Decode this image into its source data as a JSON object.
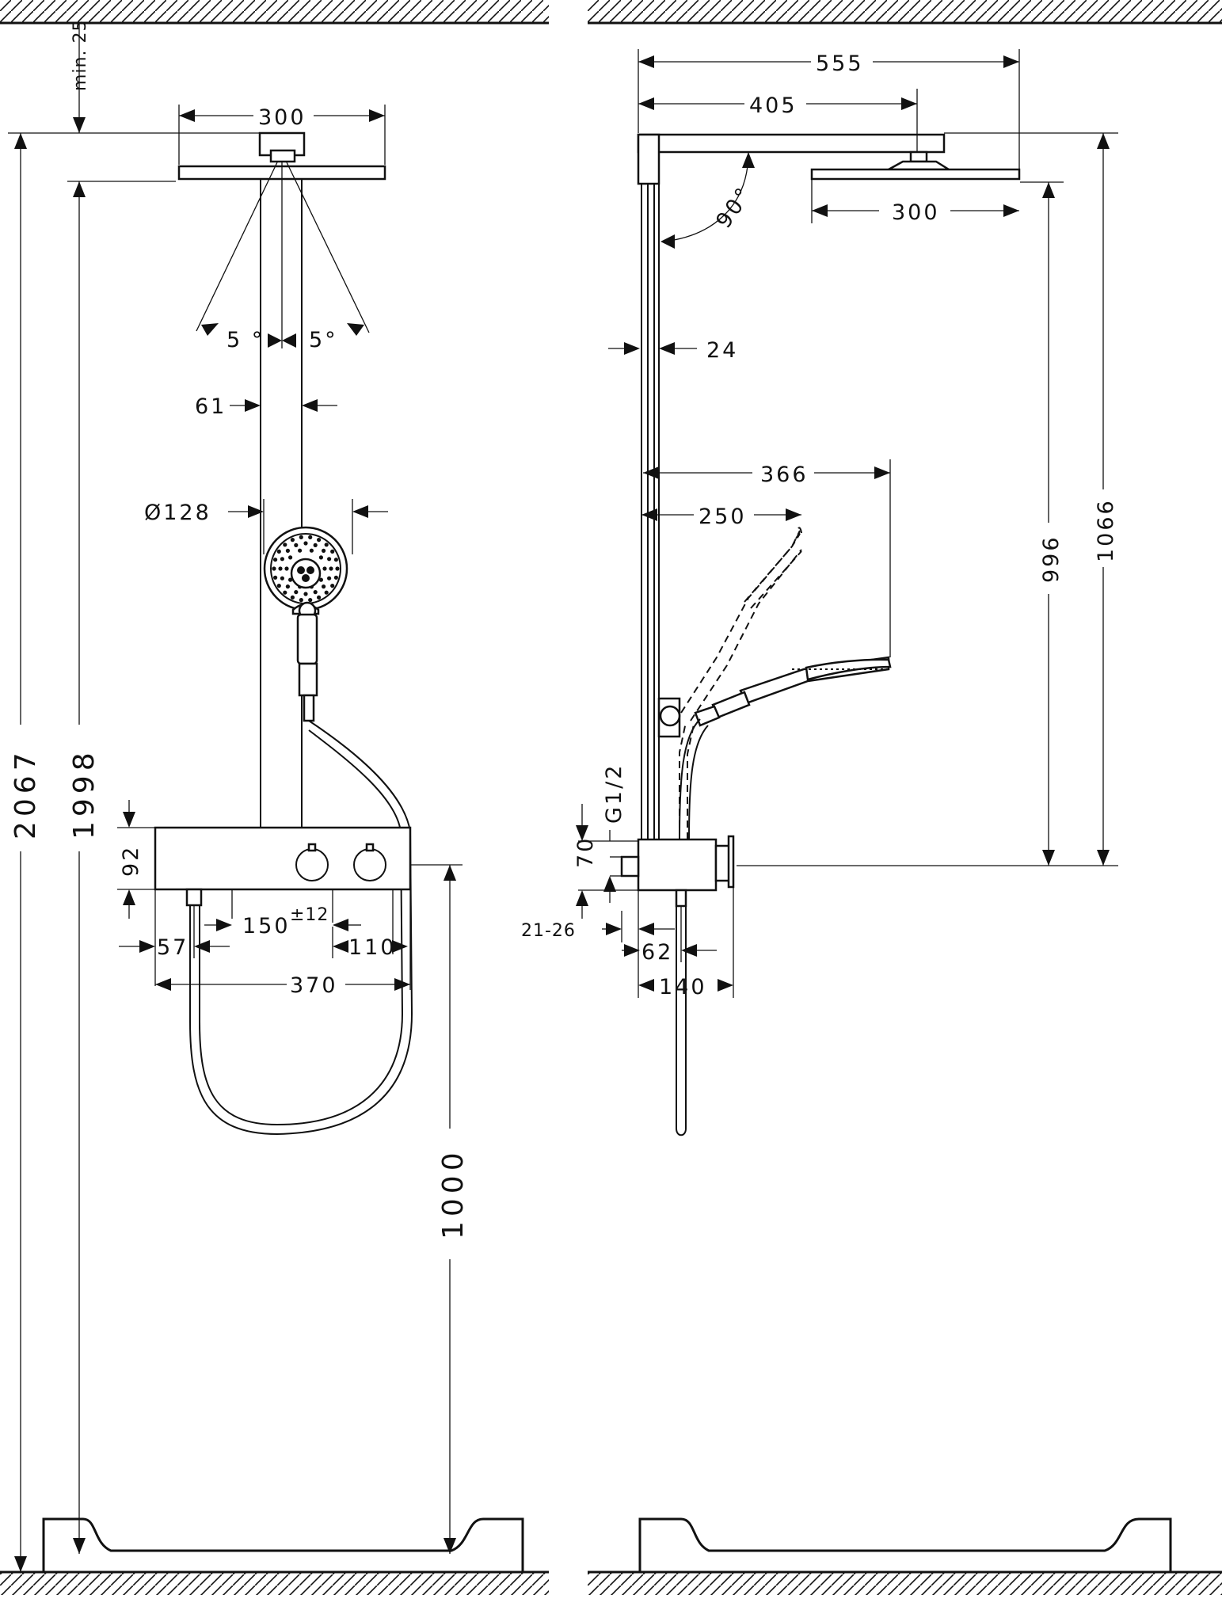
{
  "front_view": {
    "min_gap_label": "min. 25",
    "overhead_width_label": "300",
    "tilt_left_label": "5 °",
    "tilt_right_label": "5°",
    "pipe_width_label": "61",
    "handshower_dia_label": "Ø128",
    "thermostat_height_label": "92",
    "outlet_spacing_label": "150",
    "outlet_tolerance_label": "±12",
    "left_offset_label": "57",
    "right_offset_label": "110",
    "thermostat_width_label": "370",
    "total_height_label": "2067",
    "head_height_label": "1998",
    "thermostat_floor_label": "1000"
  },
  "side_view": {
    "arm_total_label": "555",
    "arm_to_head_label": "405",
    "head_width_label": "300",
    "angle_label": "90°",
    "rail_depth_label": "24",
    "reach_max_label": "366",
    "reach_min_label": "250",
    "head_above_thermostat_label": "996",
    "arm_above_thermostat_label": "1066",
    "thread_label": "G1/2",
    "center_height_label": "70",
    "wall_gap_label": "21-26",
    "inlet_depth_label": "62",
    "depth_label": "140"
  }
}
